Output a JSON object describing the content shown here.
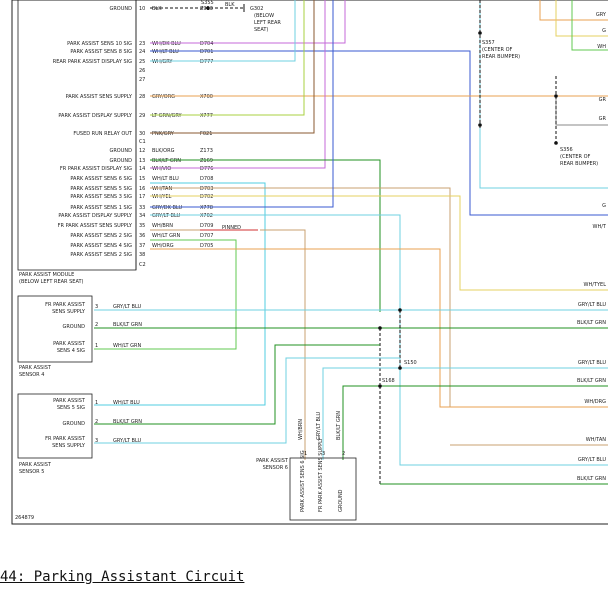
{
  "title": "44: Parking Assistant Circuit",
  "figure_id": "264879",
  "module": {
    "name_line1": "PARK ASSIST MODULE",
    "name_line2": "(BELOW LEFT REAR SEAT)"
  },
  "module_pins": [
    {
      "label": "GROUND",
      "pin": "10",
      "wire": "BLK",
      "circuit": "Z913"
    },
    {
      "label": "PARK ASSIST SENS 10 SIG",
      "pin": "23",
      "wire": "WH/DK BLU",
      "circuit": "D704"
    },
    {
      "label": "PARK ASSIST SENS 8 SIG",
      "pin": "24",
      "wire": "WH/LT BLU",
      "circuit": "D701"
    },
    {
      "label": "REAR PARK ASSIST DISPLAY SIG",
      "pin": "25",
      "wire": "WH/GRY",
      "circuit": "D777"
    },
    {
      "label": "",
      "pin": "26",
      "wire": "",
      "circuit": ""
    },
    {
      "label": "",
      "pin": "27",
      "wire": "",
      "circuit": ""
    },
    {
      "label": "PARK ASSIST SENS SUPPLY",
      "pin": "28",
      "wire": "GRY/ORG",
      "circuit": "X700"
    },
    {
      "label": "",
      "pin": "",
      "wire": "",
      "circuit": ""
    },
    {
      "label": "PARK ASSIST DISPLAY SUPPLY",
      "pin": "29",
      "wire": "LT GRN/GRY",
      "circuit": "X777"
    },
    {
      "label": "",
      "pin": "",
      "wire": "",
      "circuit": ""
    },
    {
      "label": "FUSED RUN RELAY OUT",
      "pin": "30",
      "wire": "PNK/GRY",
      "circuit": "F021"
    },
    {
      "label": "",
      "pin": "C1",
      "wire": "",
      "circuit": ""
    },
    {
      "label": "GROUND",
      "pin": "12",
      "wire": "BLK/ORG",
      "circuit": "Z173"
    },
    {
      "label": "GROUND",
      "pin": "13",
      "wire": "BLK/LT GRN",
      "circuit": "Z169"
    },
    {
      "label": "FR PARK ASSIST DISPLAY SIG",
      "pin": "14",
      "wire": "WH/VIO",
      "circuit": "D776"
    },
    {
      "label": "PARK ASSIST SENS 6 SIG",
      "pin": "15",
      "wire": "WH/LT BLU",
      "circuit": "D708"
    },
    {
      "label": "PARK ASSIST SENS 5 SIG",
      "pin": "16",
      "wire": "WH/TAN",
      "circuit": "D703"
    },
    {
      "label": "PARK ASSIST SENS 3 SIG",
      "pin": "17",
      "wire": "WH/YEL",
      "circuit": "D702"
    },
    {
      "label": "PARK ASSIST SENS 1 SIG",
      "pin": "33",
      "wire": "GRY/DK BLU",
      "circuit": "X778"
    },
    {
      "label": "PARK ASSIST DISPLAY SUPPLY",
      "pin": "34",
      "wire": "GRY/LT BLU",
      "circuit": "X702"
    },
    {
      "label": "FR PARK ASSIST SENS SUPPLY",
      "pin": "35",
      "wire": "WH/BRN",
      "circuit": "D709"
    },
    {
      "label": "PARK ASSIST SENS 2 SIG",
      "pin": "36",
      "wire": "WH/LT GRN",
      "circuit": "D707"
    },
    {
      "label": "PARK ASSIST SENS 4 SIG",
      "pin": "37",
      "wire": "WH/ORG",
      "circuit": "D705"
    },
    {
      "label": "PARK ASSIST SENS 2 SIG",
      "pin": "38",
      "wire": "",
      "circuit": ""
    },
    {
      "label": "",
      "pin": "C2",
      "wire": "",
      "circuit": ""
    }
  ],
  "ground_splice": {
    "id": "G302",
    "line1": "(BELOW",
    "line2": "LEFT REAR",
    "line3": "SEAT)",
    "circuit": "S355",
    "wire": "BLK"
  },
  "pin35_note": "PINNED",
  "splices": {
    "s357": {
      "id": "S357",
      "line1": "(CENTER OF",
      "line2": "REAR BUMPER)"
    },
    "s356": {
      "id": "S356",
      "line1": "(CENTER OF",
      "line2": "REAR BUMPER)"
    },
    "s150": "S150",
    "s168": "S168"
  },
  "sensor4": {
    "name_line1": "PARK ASSIST",
    "name_line2": "SENSOR 4",
    "pins": [
      {
        "label1": "FR PARK ASSIST",
        "label2": "SENS SUPPLY",
        "pin": "3",
        "wire": "GRY/LT BLU"
      },
      {
        "label1": "GROUND",
        "label2": "",
        "pin": "2",
        "wire": "BLK/LT GRN"
      },
      {
        "label1": "PARK ASSIST",
        "label2": "SENS 4 SIG",
        "pin": "1",
        "wire": "WH/LT GRN"
      }
    ]
  },
  "sensor5": {
    "name_line1": "PARK ASSIST",
    "name_line2": "SENSOR 5",
    "pins": [
      {
        "label1": "PARK ASSIST",
        "label2": "SENS 5 SIG",
        "pin": "1",
        "wire": "WH/LT BLU"
      },
      {
        "label1": "GROUND",
        "label2": "",
        "pin": "2",
        "wire": "BLK/LT GRN"
      },
      {
        "label1": "FR PARK ASSIST",
        "label2": "SENS SUPPLY",
        "pin": "3",
        "wire": "GRY/LT BLU"
      }
    ]
  },
  "sensor6": {
    "name_line1": "PARK ASSIST",
    "name_line2": "SENSOR 6",
    "wires": [
      "WH/BRN",
      "GRY/LT BLU",
      "BLK/LT GRN"
    ],
    "pins": [
      "1",
      "3",
      "2"
    ],
    "labels": [
      "PARK ASSIST SENS 6 SIG",
      "FR PARK ASSIST SENS SUPPLY",
      "GROUND"
    ]
  },
  "right_labels": [
    "WH/TYEL",
    "GRY/LT BLU",
    "BLK/LT GRN",
    "GRY/LT BLU",
    "BLK/LT GRN",
    "WH/DRG",
    "WH/TAN",
    "GRY/LT BLU",
    "BLK/LT GRN"
  ],
  "right_top_labels": [
    "GRY",
    "G",
    "WH",
    "GR",
    "GR",
    "G",
    "WH/T"
  ],
  "wire_colors": {
    "black": "#111111",
    "lightblue": "#6fd0e0",
    "cyan": "#50cde0",
    "violet": "#c46ad8",
    "orange": "#e8a050",
    "tan": "#c8a070",
    "yellow": "#e6d060",
    "lightgreen": "#60c850",
    "green": "#209020",
    "brown": "#8a5a30",
    "blue": "#3a5ad0",
    "red": "#d03030",
    "gray": "#8a8a8a",
    "lime": "#a8d040"
  }
}
